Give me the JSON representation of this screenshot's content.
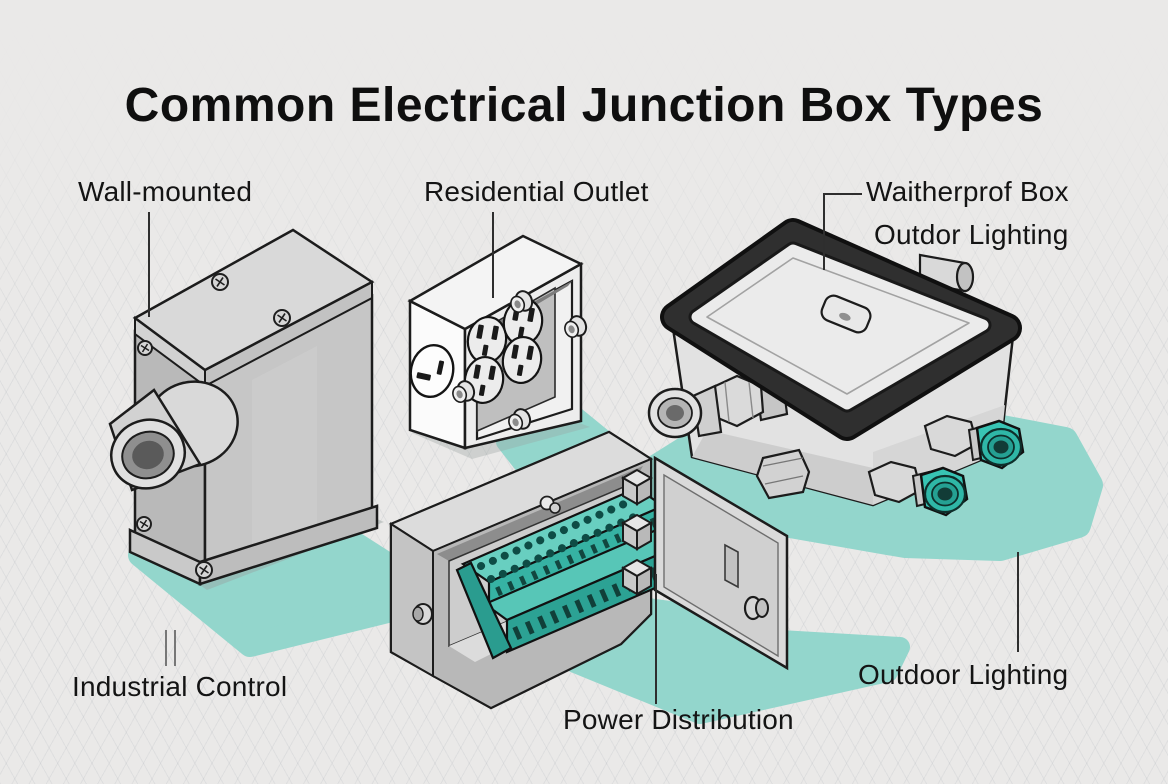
{
  "title": "Common Electrical Junction Box Types",
  "labels": {
    "wall_mounted": "Wall-mounted",
    "residential_outlet": "Residential Outlet",
    "weatherproof_box_line1": "Waitherprof Box",
    "weatherproof_box_line2": "Outdor Lighting",
    "industrial_control": "Industrial Control",
    "power_distribution": "Power Distribution",
    "outdoor_lighting": "Outdoor Lighting"
  },
  "illustrations": [
    {
      "name": "wall-mounted metal junction box with conduit hub"
    },
    {
      "name": "residential outlet box with four receptacles"
    },
    {
      "name": "weatherproof gasketed box with teal cable glands"
    },
    {
      "name": "power distribution box with terminal blocks and open door"
    }
  ],
  "colors": {
    "background": "#eae9e8",
    "shadow_teal": "#93d6cc",
    "fitting_teal": "#38c4b4",
    "terminal_teal": "#36b2a3",
    "metal_gray": "#c9c9c9",
    "white_box": "#f4f4f4",
    "gasket_black": "#262626",
    "outline": "#1c1c1c"
  }
}
